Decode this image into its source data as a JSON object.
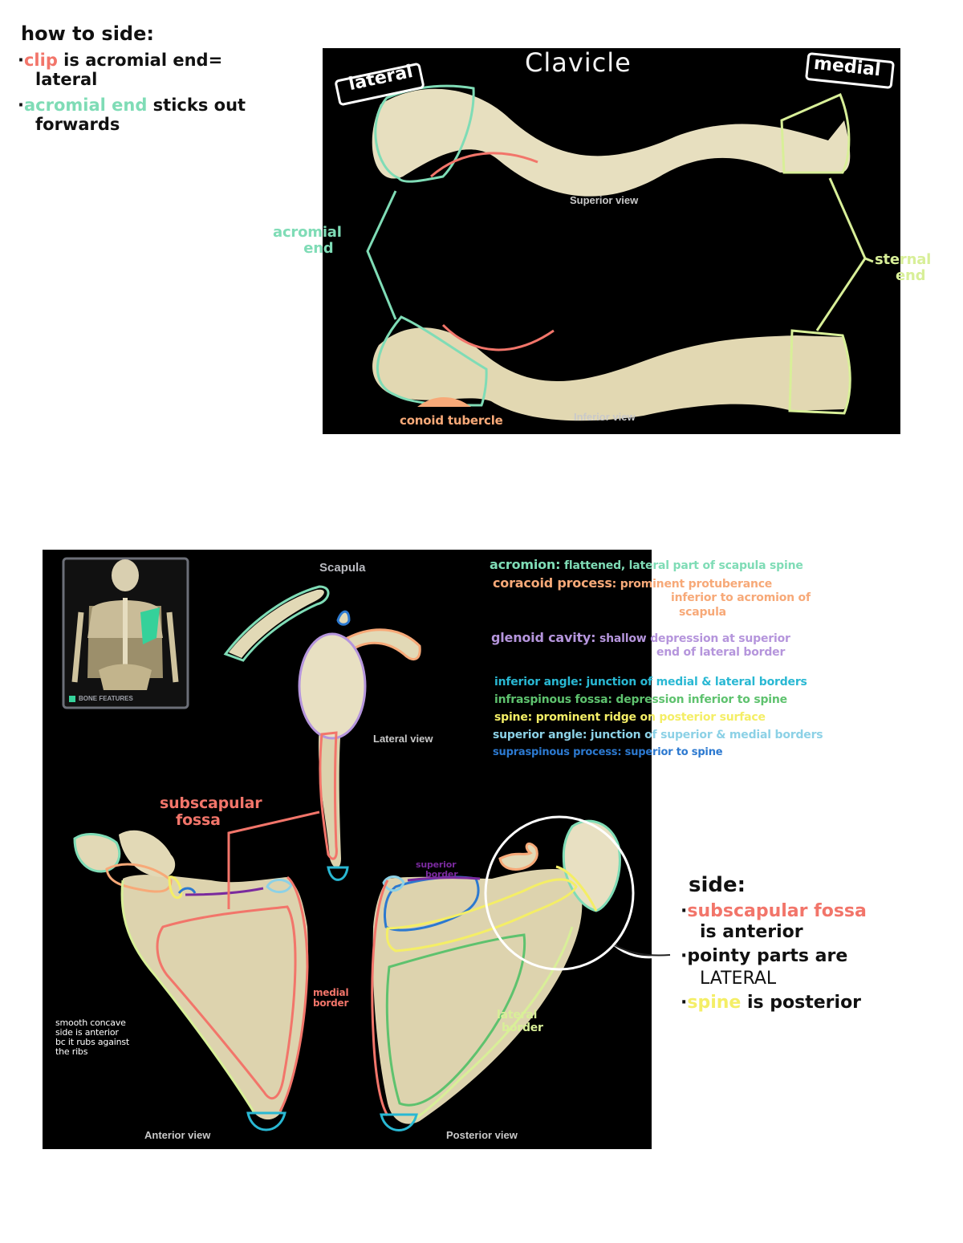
{
  "colors": {
    "salmon": "#f2756a",
    "mint": "#7fdcb6",
    "green_yellow": "#d8ef98",
    "orange": "#f7a978",
    "purple": "#b595dc",
    "teal": "#29b8d3",
    "green": "#5ec26e",
    "yellow": "#f4ee66",
    "light_blue": "#8cd1e6",
    "blue": "#2c79d0",
    "dark_purple": "#7a2a9e",
    "bone": "#e7dfbf"
  },
  "side_note_top": {
    "heading": "how to side:",
    "line1_a": "clip",
    "line1_b": " is acromial end=",
    "line1_c": "lateral",
    "line2_a": "acromial end",
    "line2_b": " sticks out",
    "line2_c": "forwards"
  },
  "clavicle": {
    "title": "Clavicle",
    "lateral_label": "lateral",
    "medial_label": "medial",
    "superior_view": "Superior view",
    "inferior_view": "Inferior view",
    "acromial_end": [
      "acromial",
      "end"
    ],
    "sternal_end": [
      "sternal",
      "end"
    ],
    "conoid_tubercle": "conoid tubercle"
  },
  "scapula": {
    "title": "Scapula",
    "lateral_view": "Lateral view",
    "anterior_view": "Anterior view",
    "posterior_view": "Posterior view",
    "inset_label": "BONE FEATURES",
    "subscapular_fossa": [
      "subscapular",
      "fossa"
    ],
    "medial_border": [
      "medial",
      "border"
    ],
    "lateral_border": [
      "lateral",
      "border"
    ],
    "superior_border": [
      "superior",
      "border"
    ],
    "smooth_note": [
      "smooth concave",
      "side is anterior",
      "bc it rubs against",
      "the ribs"
    ]
  },
  "definitions": [
    {
      "term": "acromion:",
      "def": [
        " flattened, lateral part of scapula spine"
      ],
      "color": "mint"
    },
    {
      "term": "coracoid process",
      "def": [
        ": prominent protuberance",
        "inferior to acromion of",
        "scapula"
      ],
      "color": "orange"
    },
    {
      "term": "glenoid cavity:",
      "def": [
        " shallow depression at superior",
        "end of lateral border"
      ],
      "color": "purple"
    },
    {
      "term": "inferior angle:",
      "def": [
        " junction of medial & lateral borders"
      ],
      "color": "teal"
    },
    {
      "term": "infraspinous fossa:",
      "def": [
        " depression inferior to spine"
      ],
      "color": "green"
    },
    {
      "term": "spine:",
      "def": [
        " prominent ridge on posterior surface"
      ],
      "color": "yellow"
    },
    {
      "term": "superior angle:",
      "def": [
        " junction of superior & medial borders"
      ],
      "color": "light_blue"
    },
    {
      "term": "supraspinous process:",
      "def": [
        " superior to spine"
      ],
      "color": "blue"
    }
  ],
  "side_note_bottom": {
    "heading": "side:",
    "line1_a": "subscapular fossa",
    "line1_b": "is anterior",
    "line2": "pointy parts are",
    "line2b": "LATERAL",
    "line3_a": "spine",
    "line3_b": " is posterior"
  }
}
